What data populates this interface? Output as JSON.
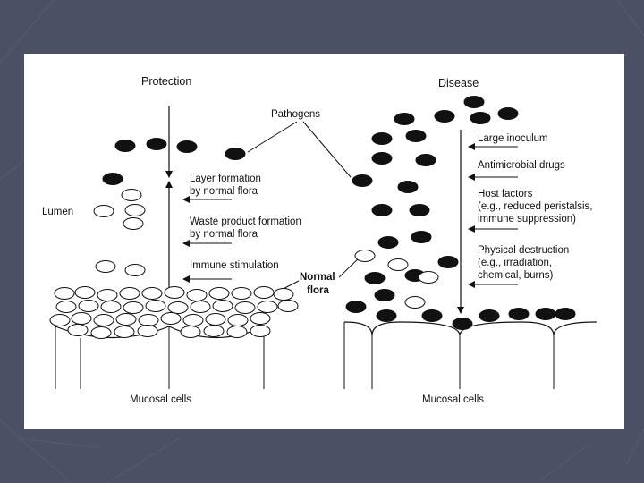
{
  "slide": {
    "background_color": "#4b5064",
    "panel_color": "#ffffff"
  },
  "diagram": {
    "protection_title": "Protection",
    "disease_title": "Disease",
    "pathogens_label": "Pathogens",
    "lumen_label": "Lumen",
    "normal_flora_label": [
      "Normal",
      "flora"
    ],
    "mucosal_cells_left": "Mucosal cells",
    "mucosal_cells_right": "Mucosal cells",
    "protection_mechanisms": [
      [
        "Layer formation",
        "by normal flora"
      ],
      [
        "Waste product formation",
        "by normal flora"
      ],
      [
        "Immune stimulation"
      ]
    ],
    "disease_factors": [
      [
        "Large inoculum"
      ],
      [
        "Antimicrobial drugs"
      ],
      [
        "Host factors",
        "(e.g., reduced peristalsis,",
        "immune suppression)"
      ],
      [
        "Physical destruction",
        "(e.g., irradiation,",
        "chemical, burns)"
      ]
    ]
  }
}
